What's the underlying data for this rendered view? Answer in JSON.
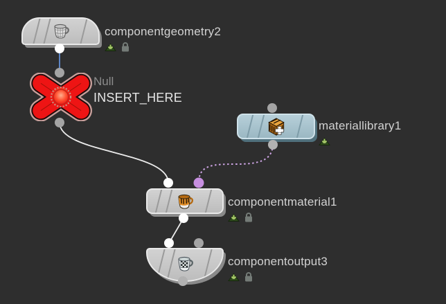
{
  "editor": {
    "name": "network-editor",
    "background": "#2e2e2e"
  },
  "nodes": {
    "componentgeometry2": {
      "label": "componentgeometry2",
      "icon": "geometry-mug-icon",
      "shape": "dome-top",
      "color": "#c6c6c6",
      "badges": [
        "down-arrow-badge",
        "lock-badge"
      ]
    },
    "null_insert": {
      "type_label": "Null",
      "label": "INSERT_HERE",
      "icon": "null-x-icon",
      "shape": "x-cross",
      "color": "#ee1414",
      "badges": []
    },
    "materiallibrary1": {
      "label": "materiallibrary1",
      "icon": "material-cube-plus-icon",
      "shape": "rounded",
      "color": "#a9c3ce",
      "badges": [
        "down-arrow-badge"
      ]
    },
    "componentmaterial1": {
      "label": "componentmaterial1",
      "icon": "material-mug-icon",
      "shape": "rounded",
      "color": "#c6c6c6",
      "badges": [
        "down-arrow-badge",
        "lock-badge"
      ]
    },
    "componentoutput3": {
      "label": "componentoutput3",
      "icon": "output-mug-icon",
      "shape": "dome-bottom",
      "color": "#c6c6c6",
      "badges": [
        "down-arrow-badge",
        "lock-badge"
      ]
    }
  },
  "connections": [
    {
      "from": "componentgeometry2",
      "to": "null_insert",
      "style": "solid",
      "color": "#5c84c4"
    },
    {
      "from": "null_insert",
      "to": "componentmaterial1",
      "to_input": 1,
      "style": "solid",
      "color": "#ececec"
    },
    {
      "from": "materiallibrary1",
      "to": "componentmaterial1",
      "to_input": 2,
      "style": "dotted",
      "color": "#cda4e4"
    },
    {
      "from": "componentmaterial1",
      "to": "componentoutput3",
      "to_input": 1,
      "style": "solid",
      "color": "#ececec"
    }
  ],
  "colors": {
    "connector_white": "#ffffff",
    "connector_gray": "#a4a4a4",
    "connector_purple": "#c78fe0",
    "label_text": "#d2d2d2",
    "type_label_text": "#8c8c8c",
    "badge_green": "#4a7a28",
    "badge_lock_gray": "#747b77"
  }
}
